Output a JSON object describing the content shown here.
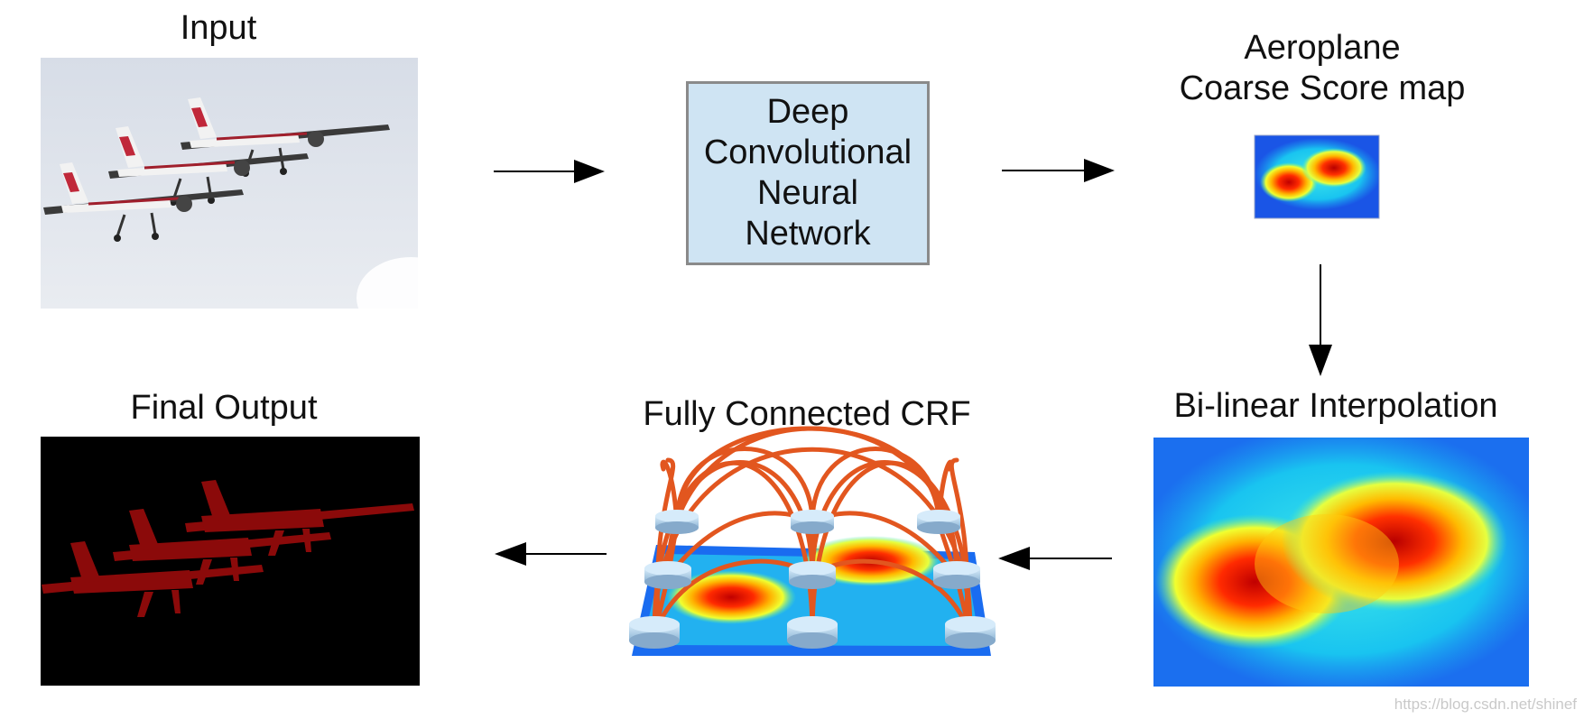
{
  "labels": {
    "input": "Input",
    "aeroplane": "Aeroplane",
    "coarse_score_map": "Coarse Score map",
    "bilinear": "Bi-linear Interpolation",
    "crf": "Fully Connected CRF",
    "final_output": "Final Output"
  },
  "dcnn": {
    "line1": "Deep",
    "line2": "Convolutional",
    "line3": "Neural",
    "line4": "Network"
  },
  "watermark": "https://blog.csdn.net/shinef",
  "colors": {
    "dcnn_fill": "#cfe4f3",
    "dcnn_border": "#8a8a8a",
    "arrow": "#000000",
    "crf_edges": "#e2561f",
    "crf_nodes": "#a9cdec",
    "segmentation": "#8b0a0a",
    "sky": "#dfe4ec"
  },
  "icons": {
    "input_photo": "airplanes-photo",
    "coarse_map": "heatmap-small",
    "bilinear_map": "heatmap-large",
    "crf_graph": "crf-graph",
    "final_mask": "segmentation-mask"
  }
}
